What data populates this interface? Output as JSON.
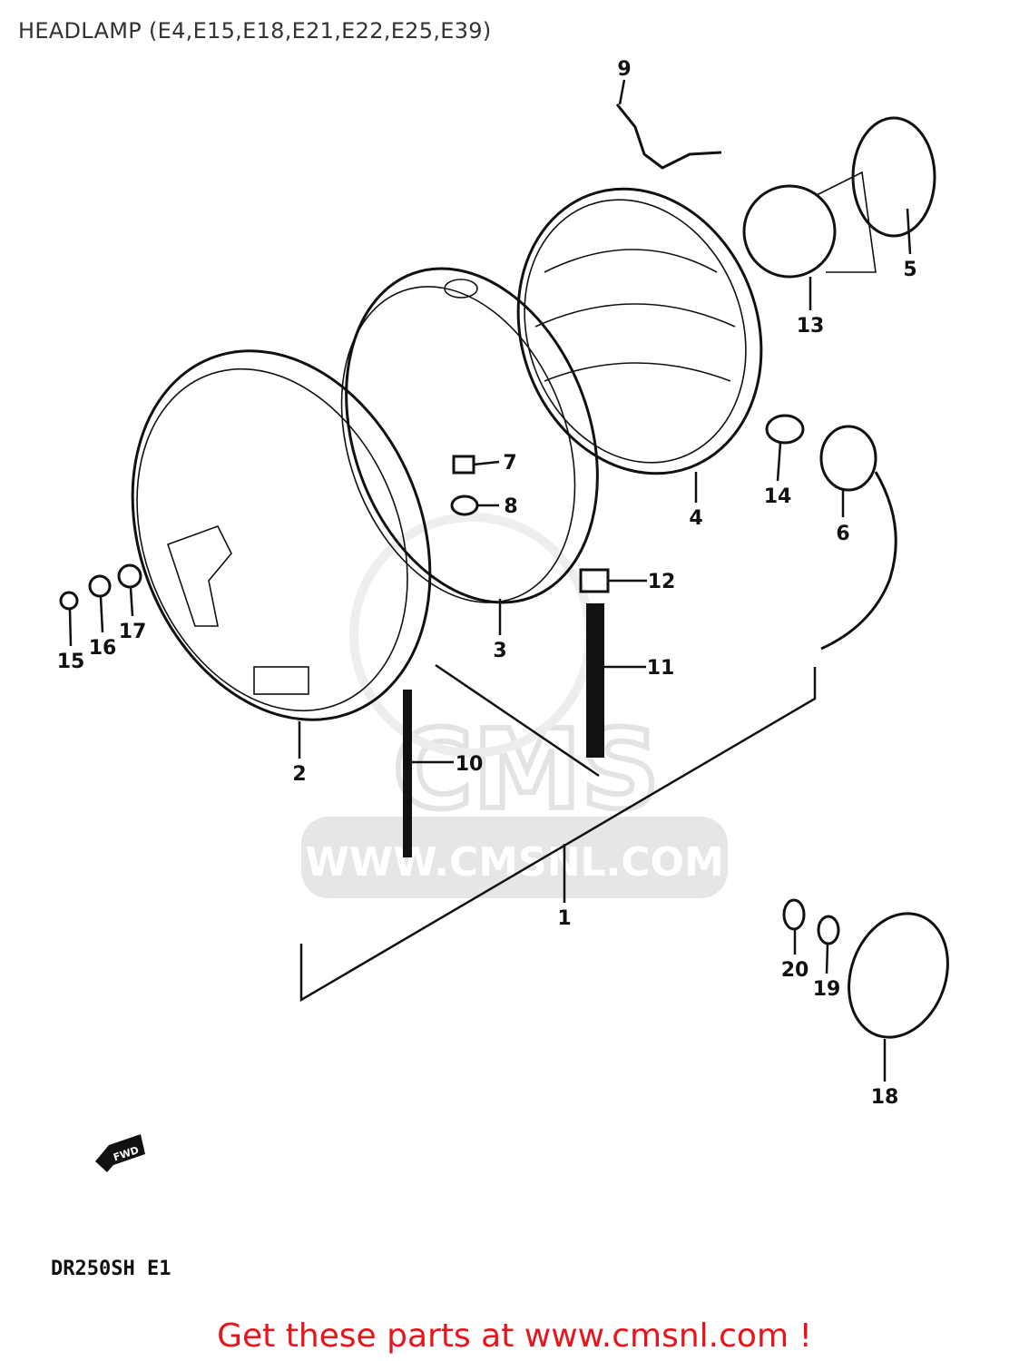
{
  "title": "HEADLAMP (E4,E15,E18,E21,E22,E25,E39)",
  "model_code": "DR250SH E1",
  "fwd_arrow": "FWD",
  "watermark": {
    "logo": "CMS",
    "url": "WWW.CMSNL.COM"
  },
  "callouts": [
    "1",
    "2",
    "3",
    "4",
    "5",
    "6",
    "7",
    "8",
    "9",
    "10",
    "11",
    "12",
    "13",
    "14",
    "15",
    "16",
    "17",
    "18",
    "19",
    "20"
  ],
  "footer": "Get these parts at www.cmsnl.com !",
  "colors": {
    "footer": "#e8141b",
    "watermark": "#dcdcdc",
    "lines": "#111111"
  }
}
